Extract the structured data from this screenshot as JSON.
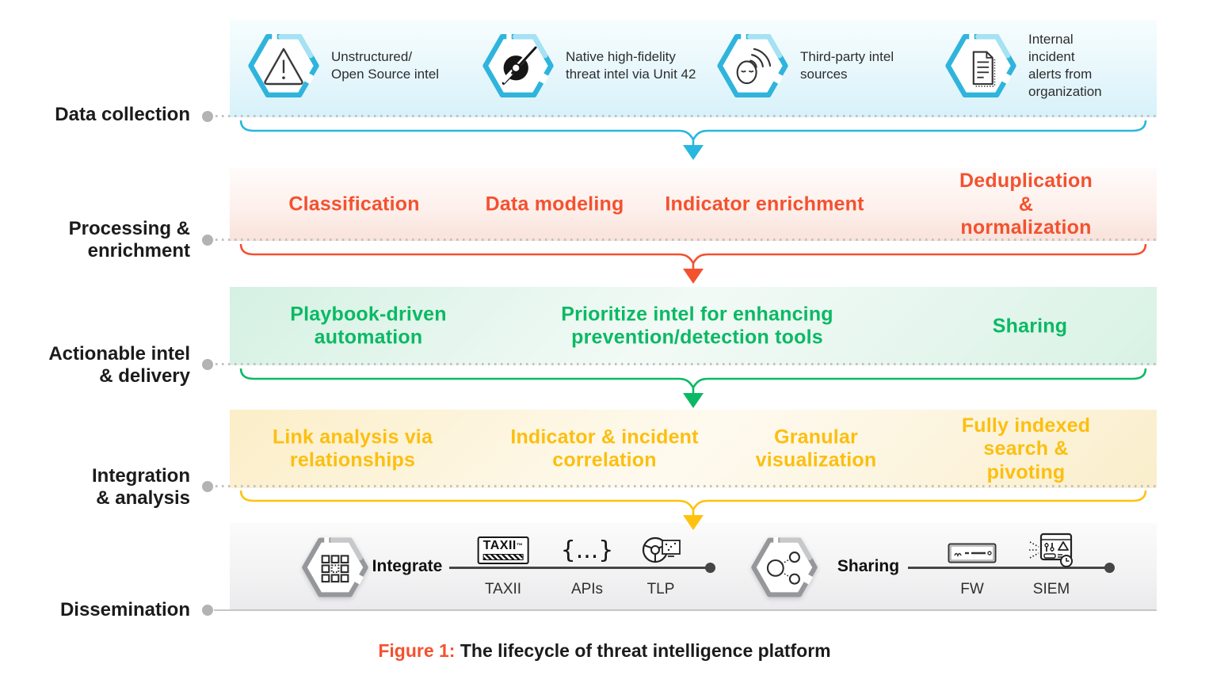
{
  "figure": {
    "label": "Figure 1:",
    "caption": " The lifecycle of threat intelligence platform"
  },
  "colors": {
    "cyan": "#2fb4dc",
    "orange": "#f4512f",
    "green": "#0bb964",
    "yellow": "#ffc20e",
    "gray": "#95979a"
  },
  "stages": {
    "collection": {
      "label": "Data collection",
      "sources": [
        {
          "icon": "warning-triangle-icon",
          "label": "Unstructured/\nOpen Source intel"
        },
        {
          "icon": "gauge-unit42-icon",
          "label": "Native high-fidelity\nthreat intel via Unit 42"
        },
        {
          "icon": "spy-signal-icon",
          "label": "Third-party intel\nsources"
        },
        {
          "icon": "incident-document-icon",
          "label": "Internal\nincident\nalerts from\norganization"
        }
      ]
    },
    "processing": {
      "label": "Processing &\nenrichment",
      "items": [
        "Classification",
        "Data modeling",
        "Indicator enrichment",
        "Deduplication\n& normalization"
      ]
    },
    "actionable": {
      "label": "Actionable intel\n& delivery",
      "items": [
        "Playbook-driven\nautomation",
        "Prioritize intel for enhancing\nprevention/detection tools",
        "Sharing"
      ]
    },
    "integration": {
      "label": "Integration\n& analysis",
      "items": [
        "Link analysis via\nrelationships",
        "Indicator & incident\ncorrelation",
        "Granular\nvisualization",
        "Fully indexed\nsearch & pivoting"
      ]
    },
    "dissemination": {
      "label": "Dissemination",
      "integrate": {
        "icon": "apps-grid-icon",
        "label": "Integrate",
        "channels": [
          {
            "icon": "taxii-logo",
            "logo_word": "TAXII",
            "logo_tm": "™",
            "label": "TAXII"
          },
          {
            "icon": "code-braces-icon",
            "glyph": "{...}",
            "label": "APIs"
          },
          {
            "icon": "steering-wheel-icon",
            "label": "TLP"
          }
        ]
      },
      "sharing": {
        "icon": "share-nodes-icon",
        "label": "Sharing",
        "channels": [
          {
            "icon": "firewall-appliance-icon",
            "label": "FW"
          },
          {
            "icon": "siem-dashboard-icon",
            "label": "SIEM"
          }
        ]
      }
    }
  }
}
